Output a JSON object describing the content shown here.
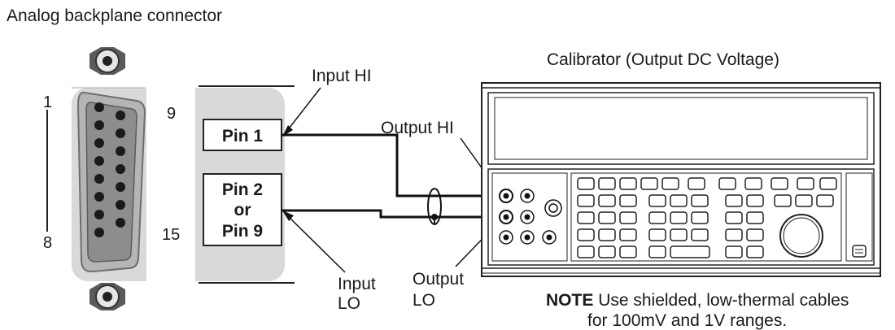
{
  "labels": {
    "title": "Analog backplane connector",
    "calibrator": "Calibrator (Output DC Voltage)",
    "input_hi": "Input HI",
    "output_hi": "Output HI",
    "input_lo_1": "Input",
    "input_lo_2": "LO",
    "output_lo_1": "Output",
    "output_lo_2": "LO"
  },
  "connector": {
    "pin_numbers": {
      "top_left": "1",
      "top_right": "9",
      "bottom_left": "8",
      "bottom_right": "15"
    },
    "pin1_label": "Pin 1",
    "pin2_lines": [
      "Pin 2",
      "or",
      "Pin 9"
    ]
  },
  "note": {
    "bold": "NOTE",
    "line1": "Use shielded, low-thermal cables",
    "line2": "for 100mV and 1V ranges."
  }
}
